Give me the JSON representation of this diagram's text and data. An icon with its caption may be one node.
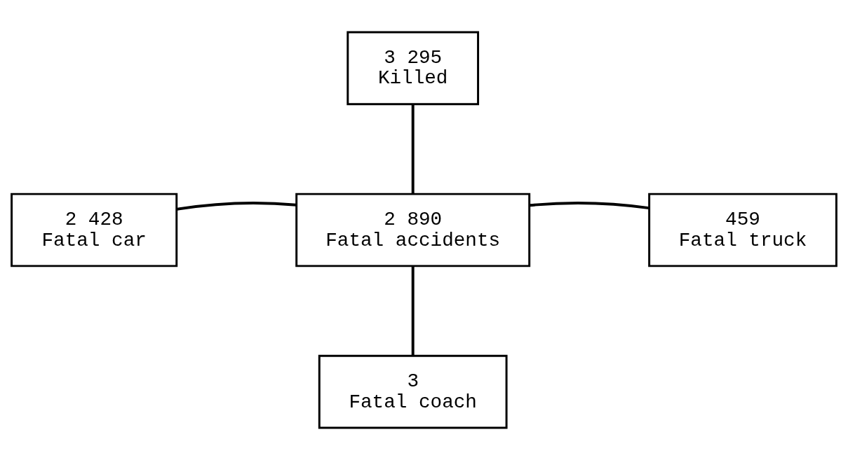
{
  "diagram": {
    "nodes": [
      {
        "text": [
          "3 295",
          "Killed"
        ]
      },
      {
        "text": [
          "2 428",
          "Fatal car"
        ]
      },
      {
        "text": [
          "2 890",
          "Fatal accidents"
        ]
      },
      {
        "text": [
          "459",
          "Fatal truck"
        ]
      },
      {
        "text": [
          "3",
          "Fatal coach"
        ]
      }
    ],
    "edges": [
      {
        "from": 0,
        "to": 2,
        "arrow": "none"
      },
      {
        "from": 1,
        "to": 2,
        "arrow": "none"
      },
      {
        "from": 2,
        "to": 3,
        "arrow": "none"
      },
      {
        "from": 2,
        "to": 4,
        "arrow": "none"
      }
    ]
  }
}
